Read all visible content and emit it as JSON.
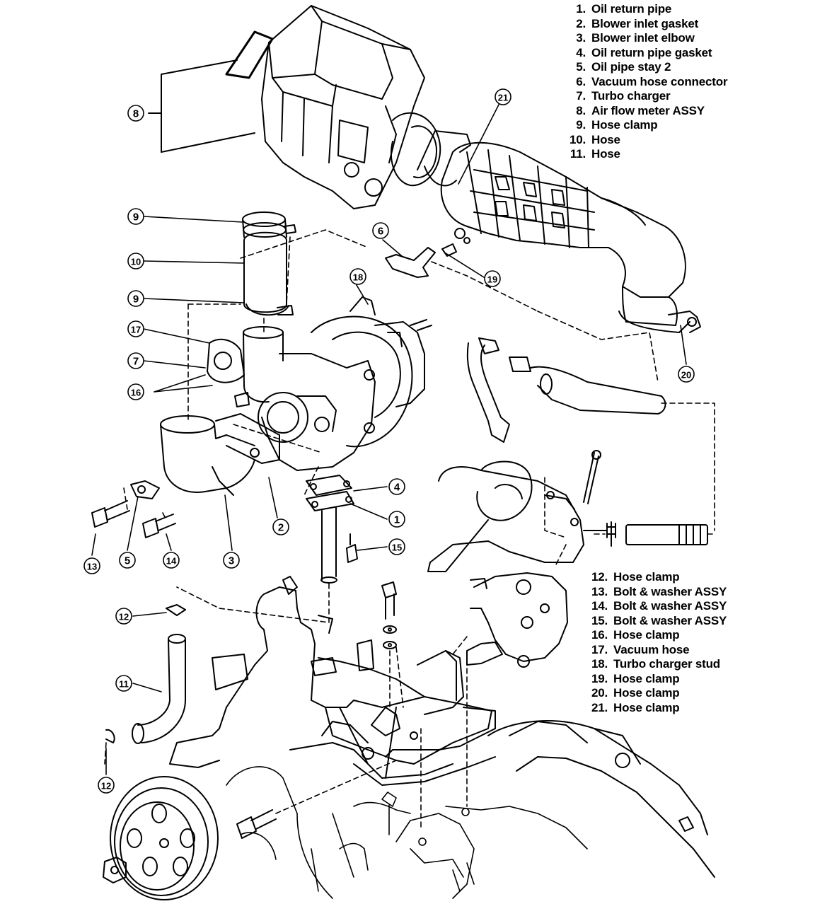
{
  "legend_top": [
    {
      "num": "1.",
      "name": "Oil return pipe"
    },
    {
      "num": "2.",
      "name": "Blower inlet gasket"
    },
    {
      "num": "3.",
      "name": "Blower inlet elbow"
    },
    {
      "num": "4.",
      "name": "Oil return pipe gasket"
    },
    {
      "num": "5.",
      "name": "Oil pipe stay 2"
    },
    {
      "num": "6.",
      "name": "Vacuum hose connector"
    },
    {
      "num": "7.",
      "name": "Turbo charger"
    },
    {
      "num": "8.",
      "name": "Air flow meter ASSY"
    },
    {
      "num": "9.",
      "name": "Hose clamp"
    },
    {
      "num": "10.",
      "name": "Hose"
    },
    {
      "num": "11.",
      "name": "Hose"
    }
  ],
  "legend_bottom": [
    {
      "num": "12.",
      "name": "Hose clamp"
    },
    {
      "num": "13.",
      "name": "Bolt & washer ASSY"
    },
    {
      "num": "14.",
      "name": "Bolt & washer ASSY"
    },
    {
      "num": "15.",
      "name": "Bolt & washer ASSY"
    },
    {
      "num": "16.",
      "name": "Hose clamp"
    },
    {
      "num": "17.",
      "name": "Vacuum hose"
    },
    {
      "num": "18.",
      "name": "Turbo charger stud"
    },
    {
      "num": "19.",
      "name": "Hose clamp"
    },
    {
      "num": "20.",
      "name": "Hose clamp"
    },
    {
      "num": "21.",
      "name": "Hose clamp"
    }
  ],
  "callouts": {
    "c1": "1",
    "c2": "2",
    "c3": "3",
    "c4": "4",
    "c5": "5",
    "c6": "6",
    "c7": "7",
    "c8": "8",
    "c9a": "9",
    "c9b": "9",
    "c10": "10",
    "c11": "11",
    "c12a": "12",
    "c12b": "12",
    "c13": "13",
    "c14": "14",
    "c15": "15",
    "c16": "16",
    "c17": "17",
    "c18": "18",
    "c19": "19",
    "c20": "20",
    "c21": "21"
  }
}
